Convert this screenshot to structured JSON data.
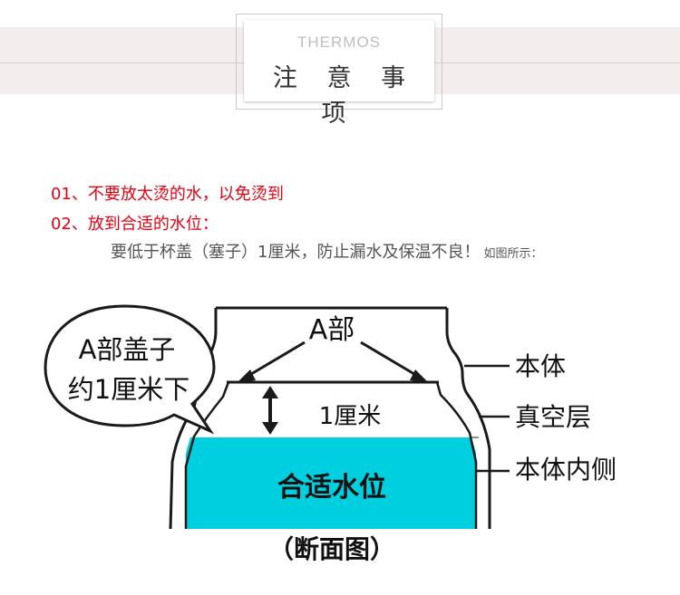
{
  "header": {
    "title_en": "THERMOS",
    "title_cn": "注 意 事 项"
  },
  "notes": {
    "item1": "01、不要放太烫的水，以免烫到",
    "item2": "02、放到合适的水位：",
    "item3_main": "要低于杯盖（塞子）1厘米，防止漏水及保温不良！",
    "item3_small": "如图所示："
  },
  "diagram": {
    "bubble_line1": "A部盖子",
    "bubble_line2": "约1厘米下",
    "label_a": "A部",
    "label_gap": "1厘米",
    "label_body": "本体",
    "label_vacuum": "真空层",
    "label_inner": "本体内侧",
    "label_water": "合适水位",
    "caption": "（断面图）",
    "water_color": "#00cfe0"
  }
}
